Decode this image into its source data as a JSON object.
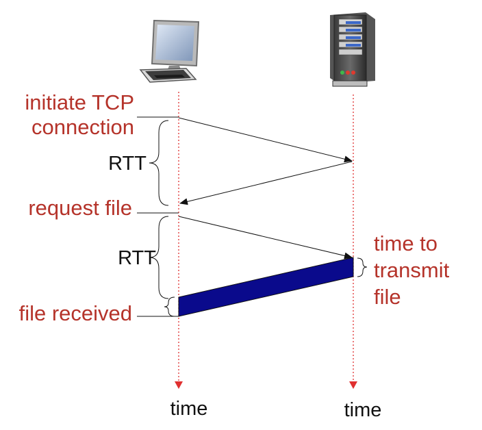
{
  "labels": {
    "initiate_line1": "initiate TCP",
    "initiate_line2": "connection",
    "rtt_1": "RTT",
    "request_file": "request file",
    "rtt_2": "RTT",
    "transmit_line1": "time to",
    "transmit_line2": "transmit",
    "transmit_line3": "file",
    "file_received": "file received",
    "time_client": "time",
    "time_server": "time"
  },
  "colors": {
    "label_red": "#b5332a",
    "timeline_red": "#e03030",
    "file_block": "#0a0a8c",
    "arrow": "#111111"
  },
  "icons": {
    "client": "desktop-computer-icon",
    "server": "server-tower-icon"
  }
}
